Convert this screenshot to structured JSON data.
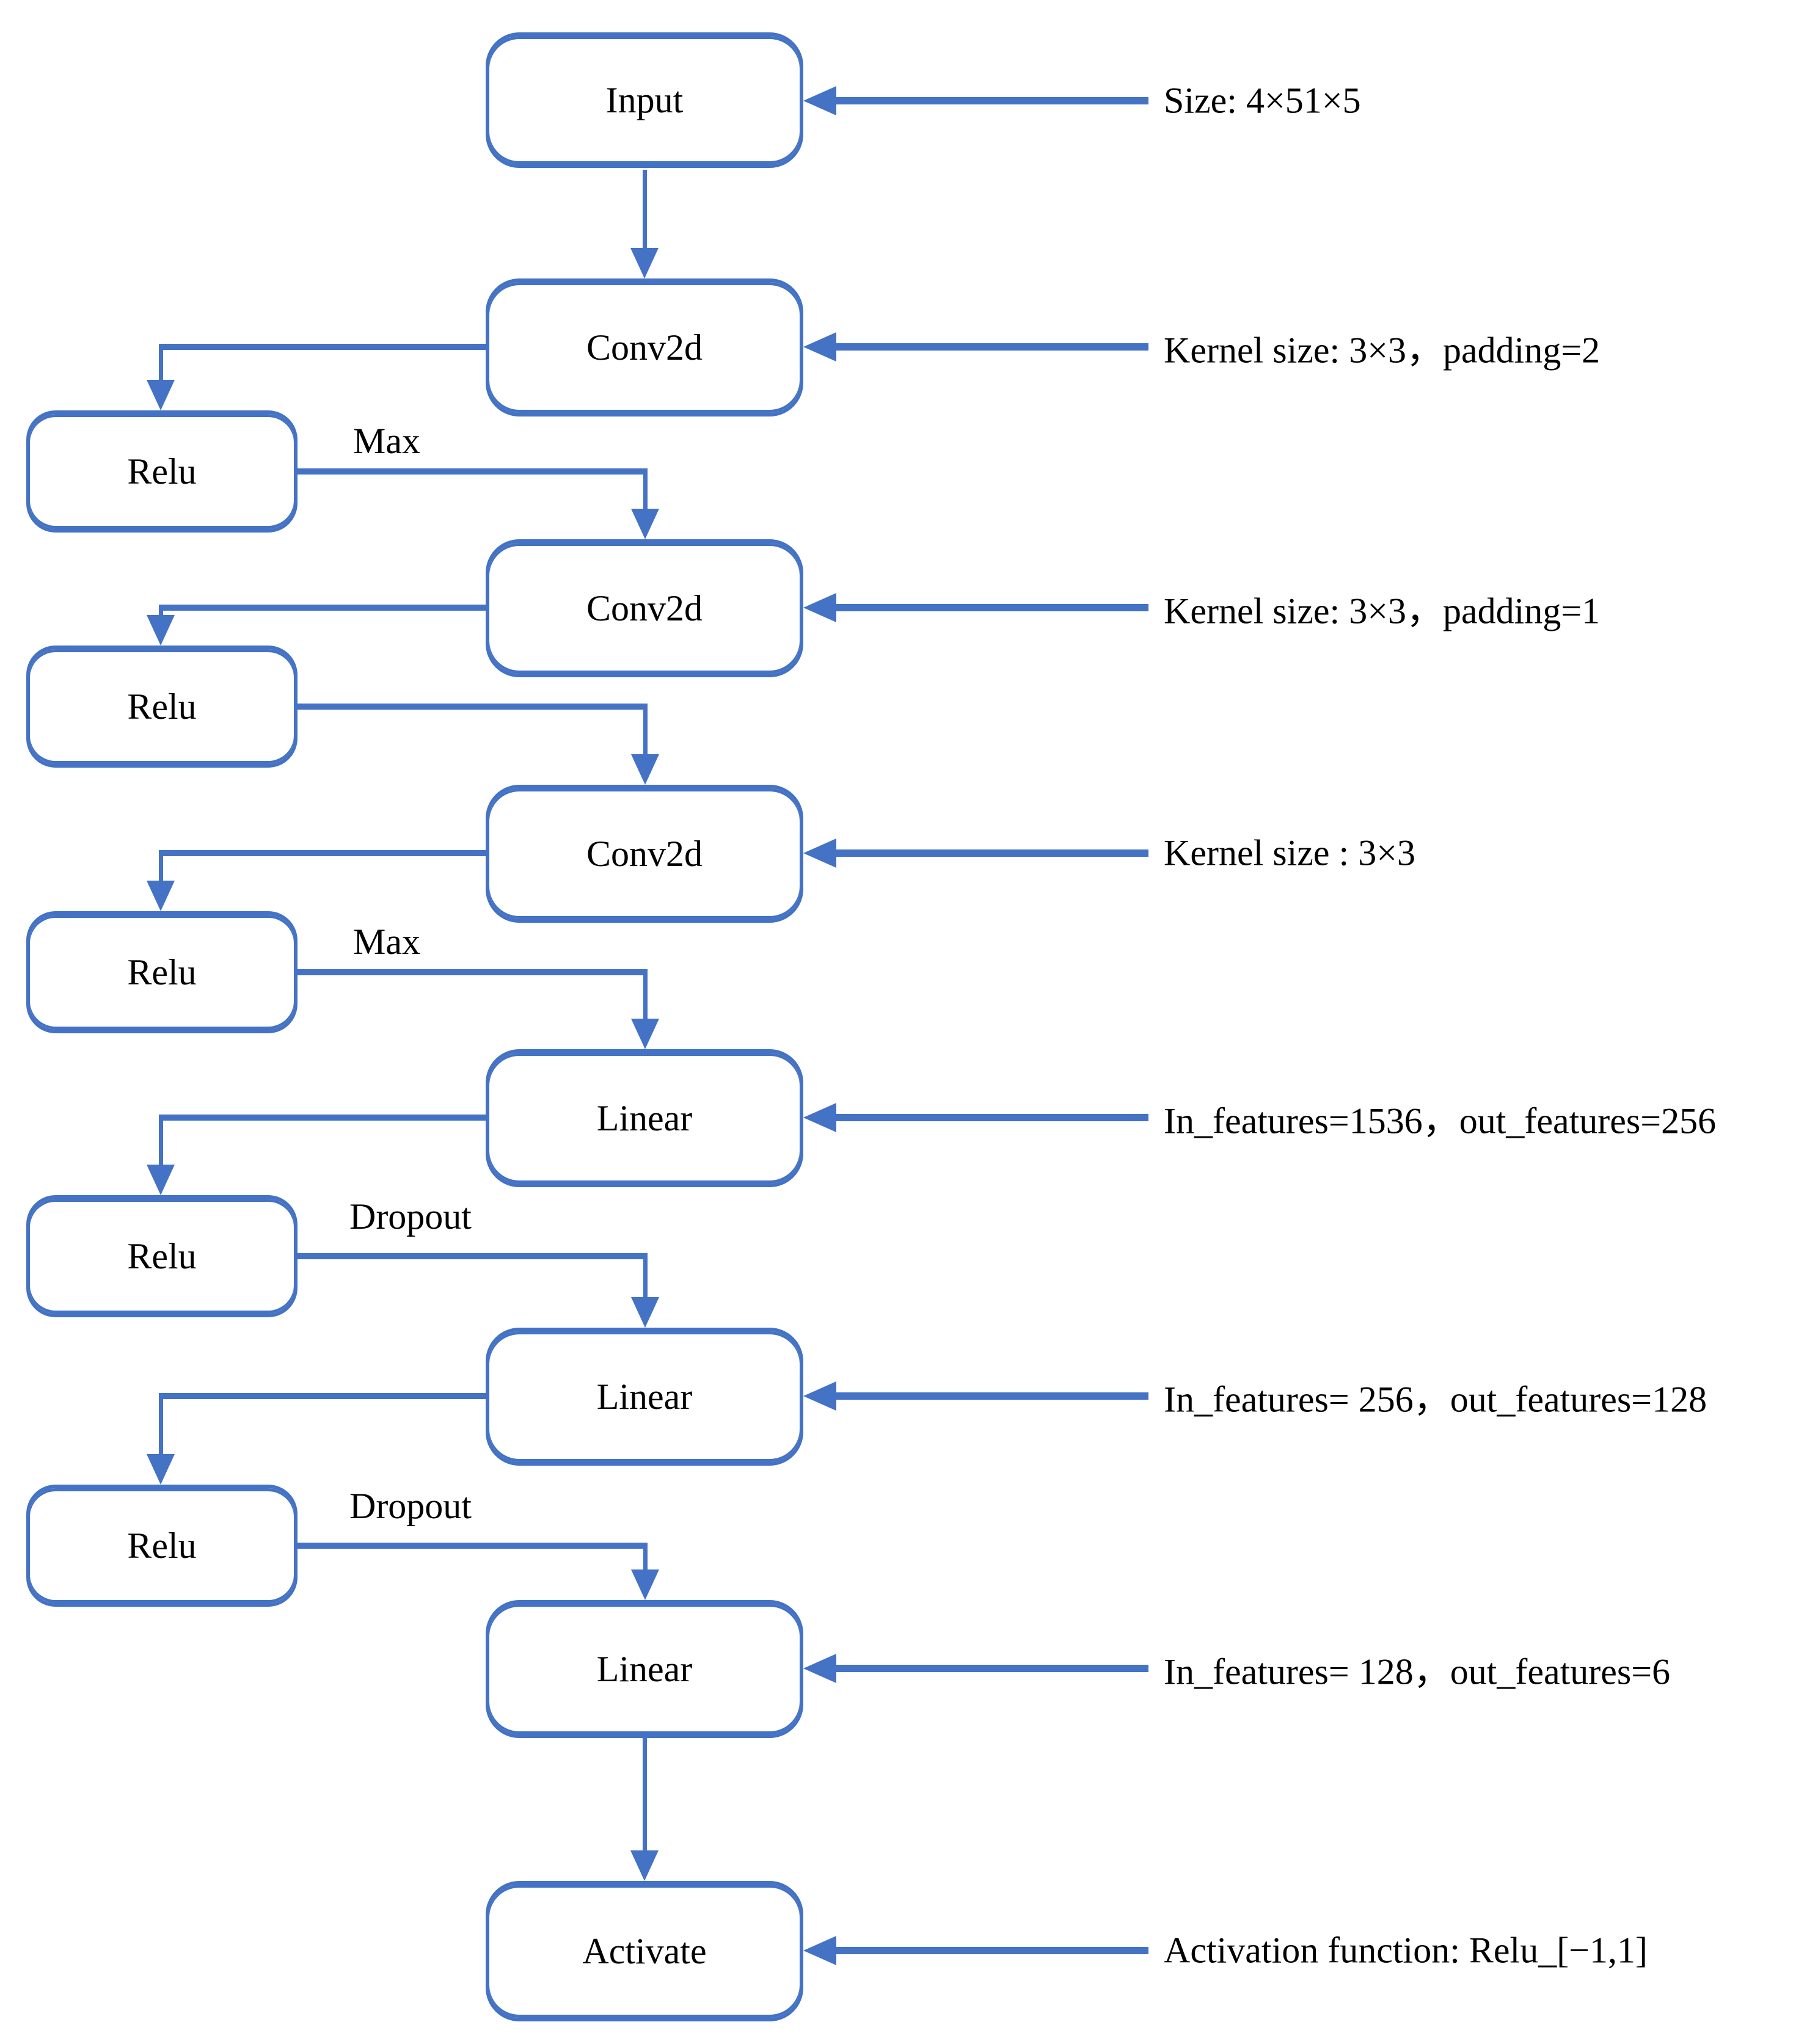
{
  "colors": {
    "accent": "#4472C4",
    "text": "#000000",
    "background": "#FFFFFF"
  },
  "boxes": {
    "input": "Input",
    "conv2d_1": "Conv2d",
    "relu_1": "Relu",
    "conv2d_2": "Conv2d",
    "relu_2": "Relu",
    "conv2d_3": "Conv2d",
    "relu_3": "Relu",
    "linear_1": "Linear",
    "relu_4": "Relu",
    "linear_2": "Linear",
    "relu_5": "Relu",
    "linear_3": "Linear",
    "activate": "Activate"
  },
  "edge_labels": {
    "max_1": "Max",
    "max_2": "Max",
    "dropout_1": "Dropout",
    "dropout_2": "Dropout"
  },
  "annotations": {
    "input": "Size: 4×51×5",
    "conv2d_1": "Kernel size: 3×3，padding=2",
    "conv2d_2": "Kernel size: 3×3，padding=1",
    "conv2d_3": "Kernel size : 3×3",
    "linear_1": "In_features=1536，out_features=256",
    "linear_2": "In_features= 256，out_features=128",
    "linear_3": "In_features= 128，out_features=6",
    "activate": "Activation function: Relu_[−1,1]"
  }
}
